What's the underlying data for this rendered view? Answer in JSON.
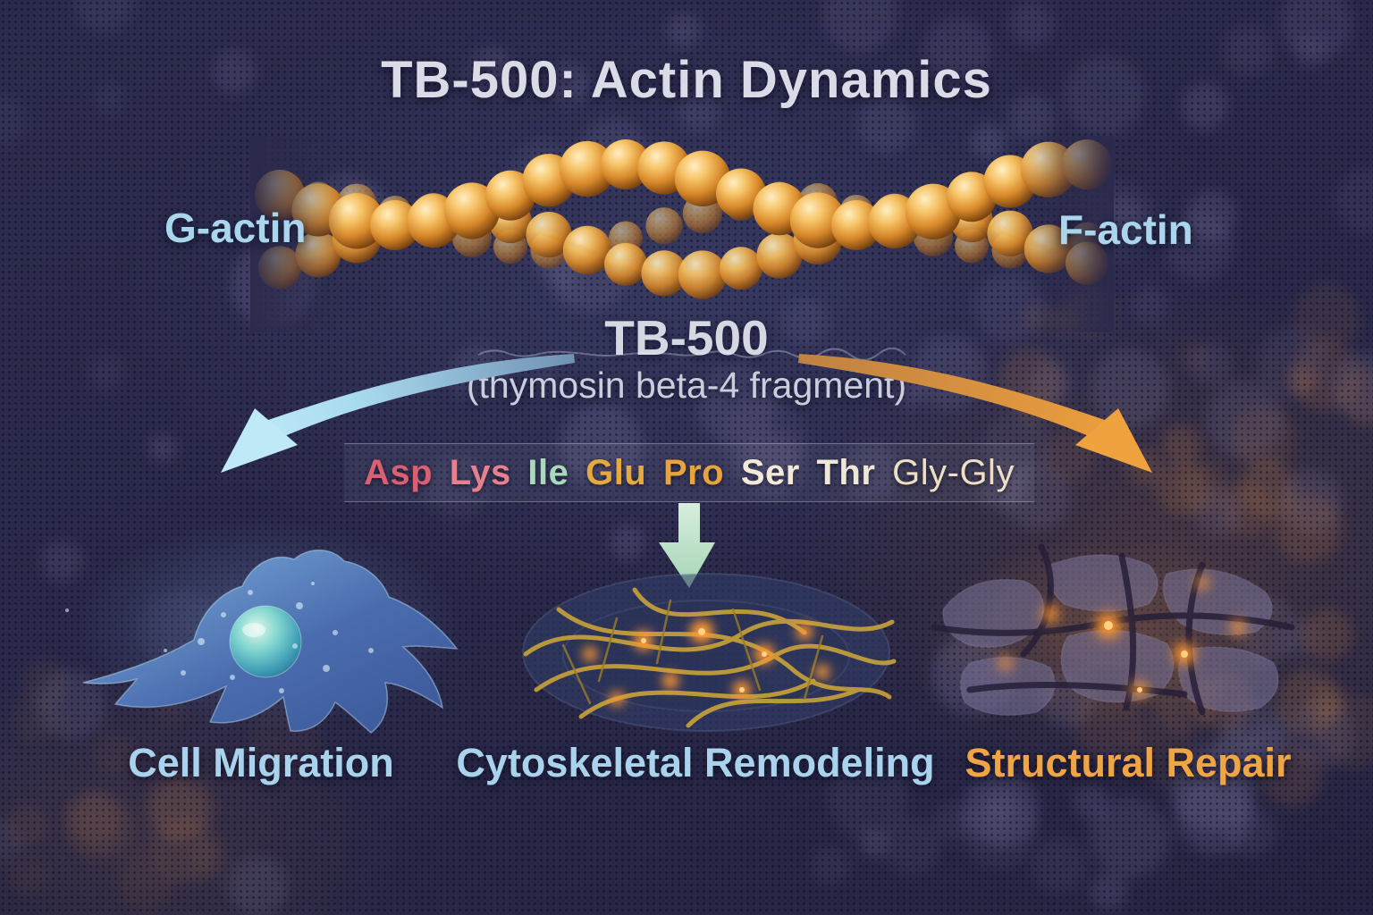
{
  "title": "TB-500: Actin Dynamics",
  "filament": {
    "left_label": "G-actin",
    "right_label": "F-actin",
    "bead_color": "#e09a34"
  },
  "peptide": {
    "name": "TB-500",
    "subtitle": "(thymosin beta-4 fragment)",
    "residues": [
      {
        "label": "Asp",
        "color": "#d95f72"
      },
      {
        "label": "Lys",
        "color": "#e5808f"
      },
      {
        "label": "Ile",
        "color": "#a8d9bb"
      },
      {
        "label": "Glu",
        "color": "#e6a93f"
      },
      {
        "label": "Pro",
        "color": "#e7a33c"
      },
      {
        "label": "Ser",
        "color": "#f2e9d8"
      },
      {
        "label": "Thr",
        "color": "#efe7d6"
      },
      {
        "label": "Gly-Gly",
        "color": "#ecdfc4"
      }
    ]
  },
  "arrows": {
    "left_color_start": "#6f8fb2",
    "left_color_end": "#bdeaf6",
    "center_color": "#b9e2c6",
    "right_color_start": "#bf8142",
    "right_color_end": "#f2a23c"
  },
  "outcomes": [
    {
      "label": "Cell Migration",
      "color": "#a9d3ec"
    },
    {
      "label": "Cytoskeletal Remodeling",
      "color": "#a9d3ec"
    },
    {
      "label": "Structural Repair",
      "color": "#f0a544"
    }
  ]
}
